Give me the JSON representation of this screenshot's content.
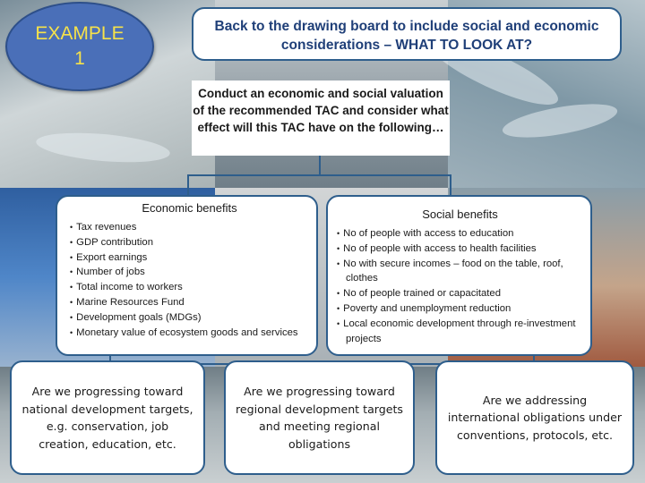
{
  "example": {
    "line1": "EXAMPLE",
    "line2": "1"
  },
  "title": "Back to the drawing board to include social and economic considerations – WHAT TO LOOK AT?",
  "conduct": "Conduct an economic and social valuation of the recommended TAC and consider what effect will this TAC have on the following…",
  "economic": {
    "heading": "Economic benefits",
    "items": [
      "Tax revenues",
      "GDP contribution",
      "Export earnings",
      "Number of jobs",
      "Total income to workers",
      "Marine Resources Fund",
      "Development goals (MDGs)",
      "Monetary value of ecosystem goods and services"
    ]
  },
  "social": {
    "heading": "Social benefits",
    "items": [
      "No of people with access to education",
      "No of people with access to health facilities",
      "No with secure incomes – food on the table, roof, clothes",
      "No of people trained or capacitated",
      "Poverty and unemployment reduction",
      "Local economic development through re-investment projects"
    ]
  },
  "bottom": {
    "national": "Are we progressing toward national development targets, e.g. conservation, job creation, education, etc.",
    "regional": "Are we progressing toward regional development targets and meeting regional obligations",
    "international": "Are we addressing international obligations under conventions, protocols, etc."
  },
  "colors": {
    "box_border": "#2e5e8c",
    "example_fill": "#4a6fb8",
    "example_text": "#f6e24a",
    "title_text": "#1f3f78"
  }
}
